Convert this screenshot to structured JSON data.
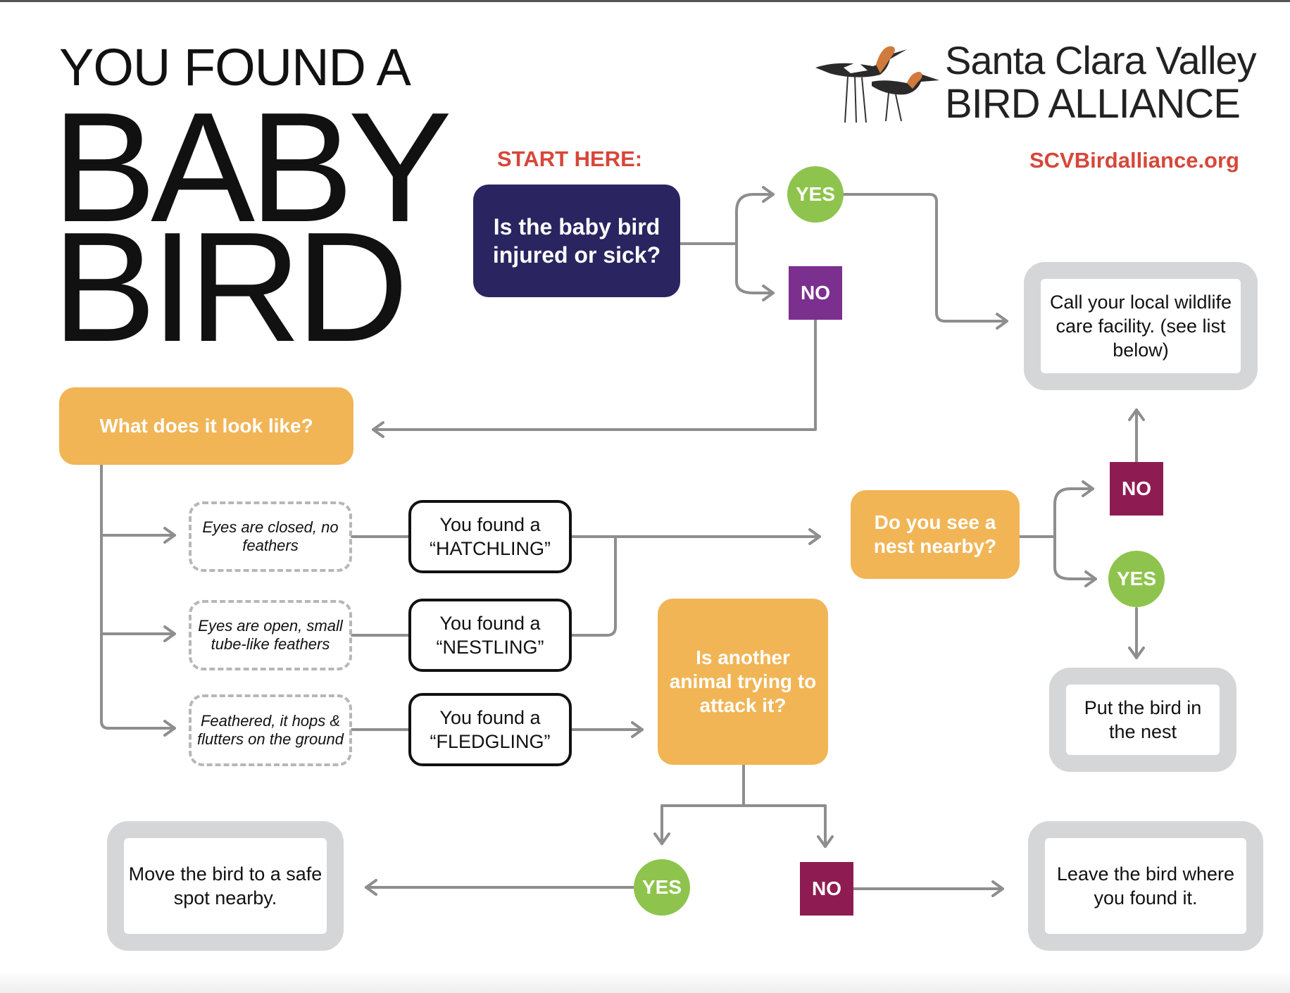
{
  "title": {
    "line1": "YOU FOUND A",
    "line2": "BABY",
    "line3": "BIRD"
  },
  "brand": {
    "line1": "Santa Clara Valley",
    "line2": "BIRD ALLIANCE",
    "url": "SCVBirdalliance.org",
    "logo_icon": "avocet-birds-logo"
  },
  "start_label": "START HERE:",
  "q_injured": "Is the baby bird injured or sick?",
  "yes_label": "YES",
  "no_label": "NO",
  "call_facility": "Call your local wildlife care facility. (see list below)",
  "q_look": "What does it look like?",
  "desc_hatchling": "Eyes are closed, no feathers",
  "desc_nestling": "Eyes are open, small tube-like feathers",
  "desc_fledgling": "Feathered, it hops & flutters on the ground",
  "found_hatchling": "You found a “HATCHLING”",
  "found_nestling": "You found a “NESTLING”",
  "found_fledgling": "You found a “FLEDGLING”",
  "q_nest": "Do you see a nest nearby?",
  "put_nest": "Put the bird in the nest",
  "q_attack": "Is another animal trying to attack it?",
  "move_bird": "Move the bird to a safe spot nearby.",
  "leave_bird": "Leave the bird where you found it.",
  "colors": {
    "navy": "#2a2560",
    "orange": "#f1b556",
    "yes_green": "#8ec44d",
    "no_purple": "#7b2f8f",
    "no_maroon": "#8e1c52",
    "accent_red": "#d6473a",
    "outcome_border": "#d5d6d8",
    "connector_gray": "#8e8e8e"
  }
}
